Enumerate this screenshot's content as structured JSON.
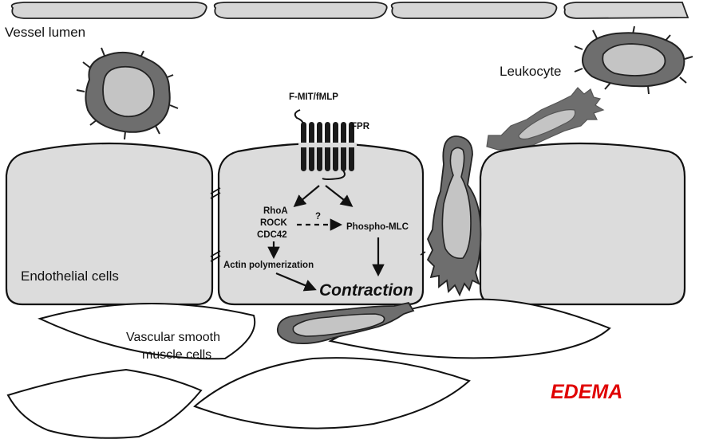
{
  "labels": {
    "vessel_lumen": "Vessel lumen",
    "leukocyte": "Leukocyte",
    "ligand": "F-MIT/fMLP",
    "receptor": "FPR",
    "rhoa": "RhoA",
    "rock": "ROCK",
    "cdc42": "CDC42",
    "question": "?",
    "phospho_mlc": "Phospho-MLC",
    "actin": "Actin polymerization",
    "contraction": "Contraction",
    "endothelial": "Endothelial cells",
    "vsmc_line1": "Vascular smooth",
    "vsmc_line2": "muscle cells",
    "edema": "EDEMA"
  },
  "colors": {
    "endothelial_fill": "#dcdcdc",
    "lumen_cell_fill": "#d6d6d6",
    "leukocyte_outer": "#6e6e6e",
    "leukocyte_inner": "#c4c4c4",
    "receptor_fill": "#1a1a1a",
    "edema_text": "#e00000"
  }
}
